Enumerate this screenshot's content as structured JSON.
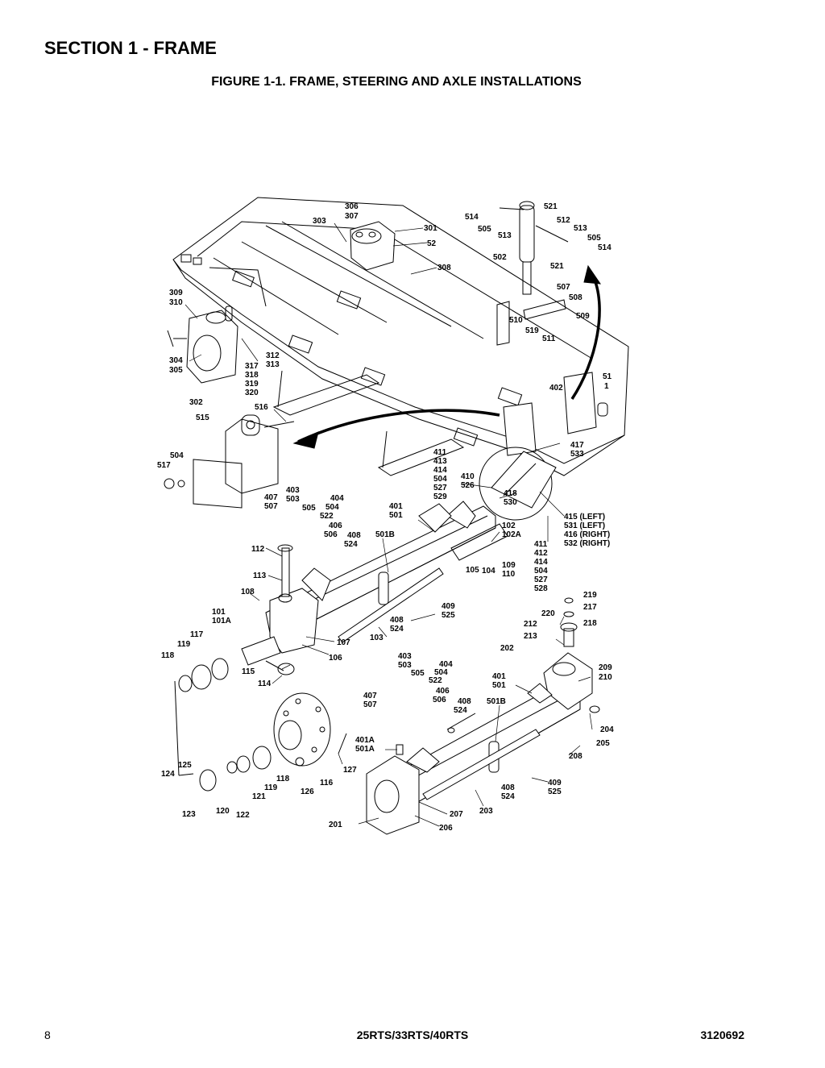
{
  "header": {
    "section_title": "SECTION 1 - FRAME",
    "figure_title": "FIGURE 1-1. FRAME, STEERING AND AXLE INSTALLATIONS"
  },
  "diagram": {
    "labels": {
      "l306": "306",
      "l307": "307",
      "l303": "303",
      "l301": "301",
      "l52": "52",
      "l308": "308",
      "l309": "309",
      "l310": "310",
      "l304": "304",
      "l305": "305",
      "l312": "312",
      "l313": "313",
      "l317": "317",
      "l318": "318",
      "l319": "319",
      "l320": "320",
      "l302": "302",
      "l516": "516",
      "l515": "515",
      "l504a": "504",
      "l517": "517",
      "l521a": "521",
      "l514a": "514",
      "l505a": "505",
      "l513a": "513",
      "l512": "512",
      "l513b": "513",
      "l505b": "505",
      "l514b": "514",
      "l502": "502",
      "l521b": "521",
      "l507a": "507",
      "l508a": "508",
      "l510": "510",
      "l519": "519",
      "l511": "511",
      "l509": "509",
      "l51": "51",
      "l1": "1",
      "l402": "402",
      "l417": "417",
      "l533": "533",
      "l411a": "411",
      "l413": "413",
      "l414a": "414",
      "l504b": "504",
      "l527a": "527",
      "l529": "529",
      "l410": "410",
      "l526": "526",
      "l418": "418",
      "l530": "530",
      "l415": "415 (LEFT)",
      "l531": "531 (LEFT)",
      "l416": "416 (RIGHT)",
      "l532": "532 (RIGHT)",
      "l411b": "411",
      "l412": "412",
      "l414b": "414",
      "l504c": "504",
      "l527b": "527",
      "l528": "528",
      "l407a": "407",
      "l507b": "507",
      "l403a": "403",
      "l503a": "503",
      "l505c": "505",
      "l404a": "404",
      "l504d": "504",
      "l522a": "522",
      "l406a": "406",
      "l506a": "506",
      "l408a": "408",
      "l524a": "524",
      "l401a": "401",
      "l501a": "501",
      "l501Ba": "501B",
      "l102": "102",
      "l102A": "102A",
      "l112": "112",
      "l113": "113",
      "l108": "108",
      "l105": "105",
      "l104": "104",
      "l109": "109",
      "l110": "110",
      "l409a": "409",
      "l525a": "525",
      "l408b": "408",
      "l524b": "524",
      "l103": "103",
      "l101": "101",
      "l101A": "101A",
      "l117": "117",
      "l119a": "119",
      "l118a": "118",
      "l107": "107",
      "l106": "106",
      "l115": "115",
      "l114": "114",
      "l219": "219",
      "l217": "217",
      "l220": "220",
      "l218": "218",
      "l212": "212",
      "l213": "213",
      "l202": "202",
      "l209": "209",
      "l210": "210",
      "l204": "204",
      "l205": "205",
      "l208": "208",
      "l403b": "403",
      "l503b": "503",
      "l505d": "505",
      "l404b": "404",
      "l504e": "504",
      "l522b": "522",
      "l407b": "407",
      "l507c": "507",
      "l406b": "406",
      "l506b": "506",
      "l408c": "408",
      "l524c": "524",
      "l401b": "401",
      "l501b": "501",
      "l501Bb": "501B",
      "l401A": "401A",
      "l501A": "501A",
      "l127": "127",
      "l125": "125",
      "l124": "124",
      "l118b": "118",
      "l119b": "119",
      "l121": "121",
      "l126": "126",
      "l116": "116",
      "l123": "123",
      "l120": "120",
      "l122": "122",
      "l409b": "409",
      "l525b": "525",
      "l408d": "408",
      "l524d": "524",
      "l207": "207",
      "l203": "203",
      "l201": "201",
      "l206": "206"
    }
  },
  "footer": {
    "page_number": "8",
    "model": "25RTS/33RTS/40RTS",
    "doc_number": "3120692"
  }
}
